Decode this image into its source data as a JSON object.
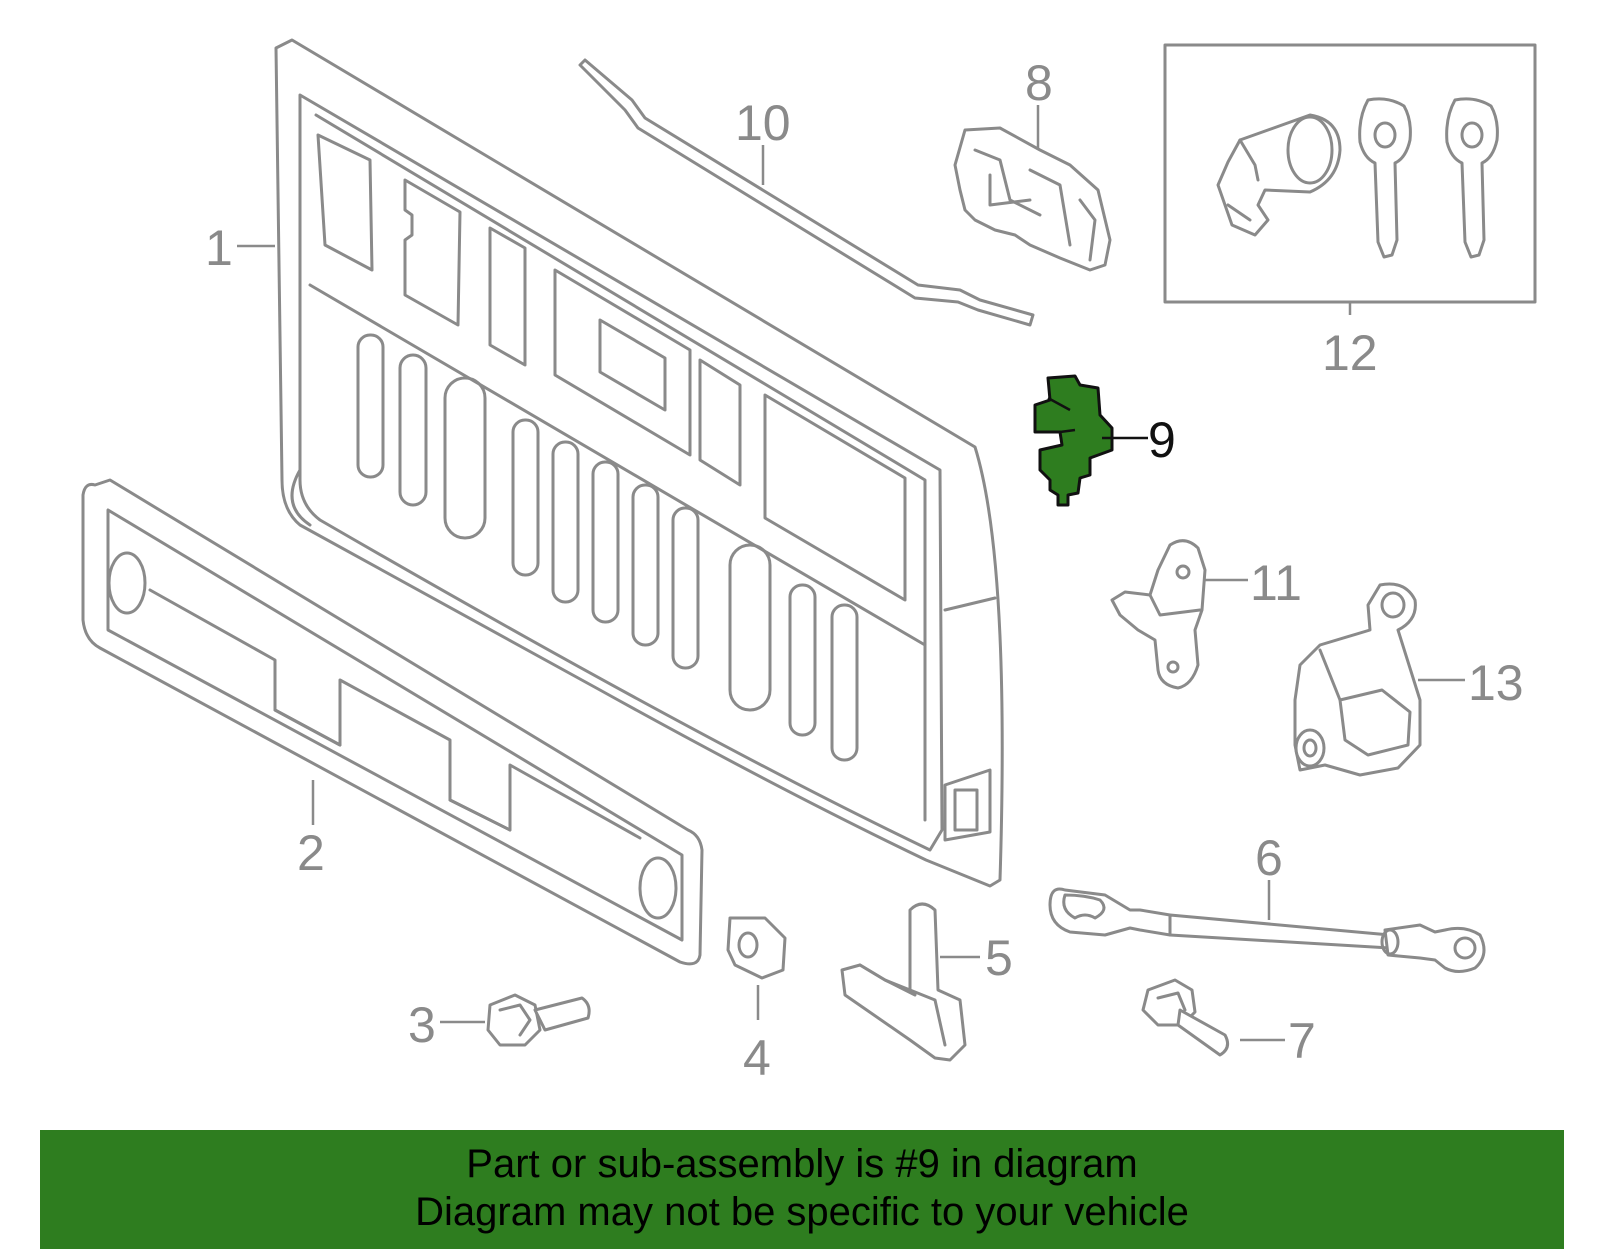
{
  "diagram": {
    "highlighted_part": "9",
    "highlight_color": "#2e7d1f",
    "line_color": "#8a8a8a",
    "callouts": [
      "1",
      "2",
      "3",
      "4",
      "5",
      "6",
      "7",
      "8",
      "9",
      "10",
      "11",
      "12",
      "13"
    ]
  },
  "banner": {
    "line1": "Part or sub-assembly is #9 in diagram",
    "line2": "Diagram may not be specific to your vehicle",
    "background": "#2e7d1f"
  }
}
